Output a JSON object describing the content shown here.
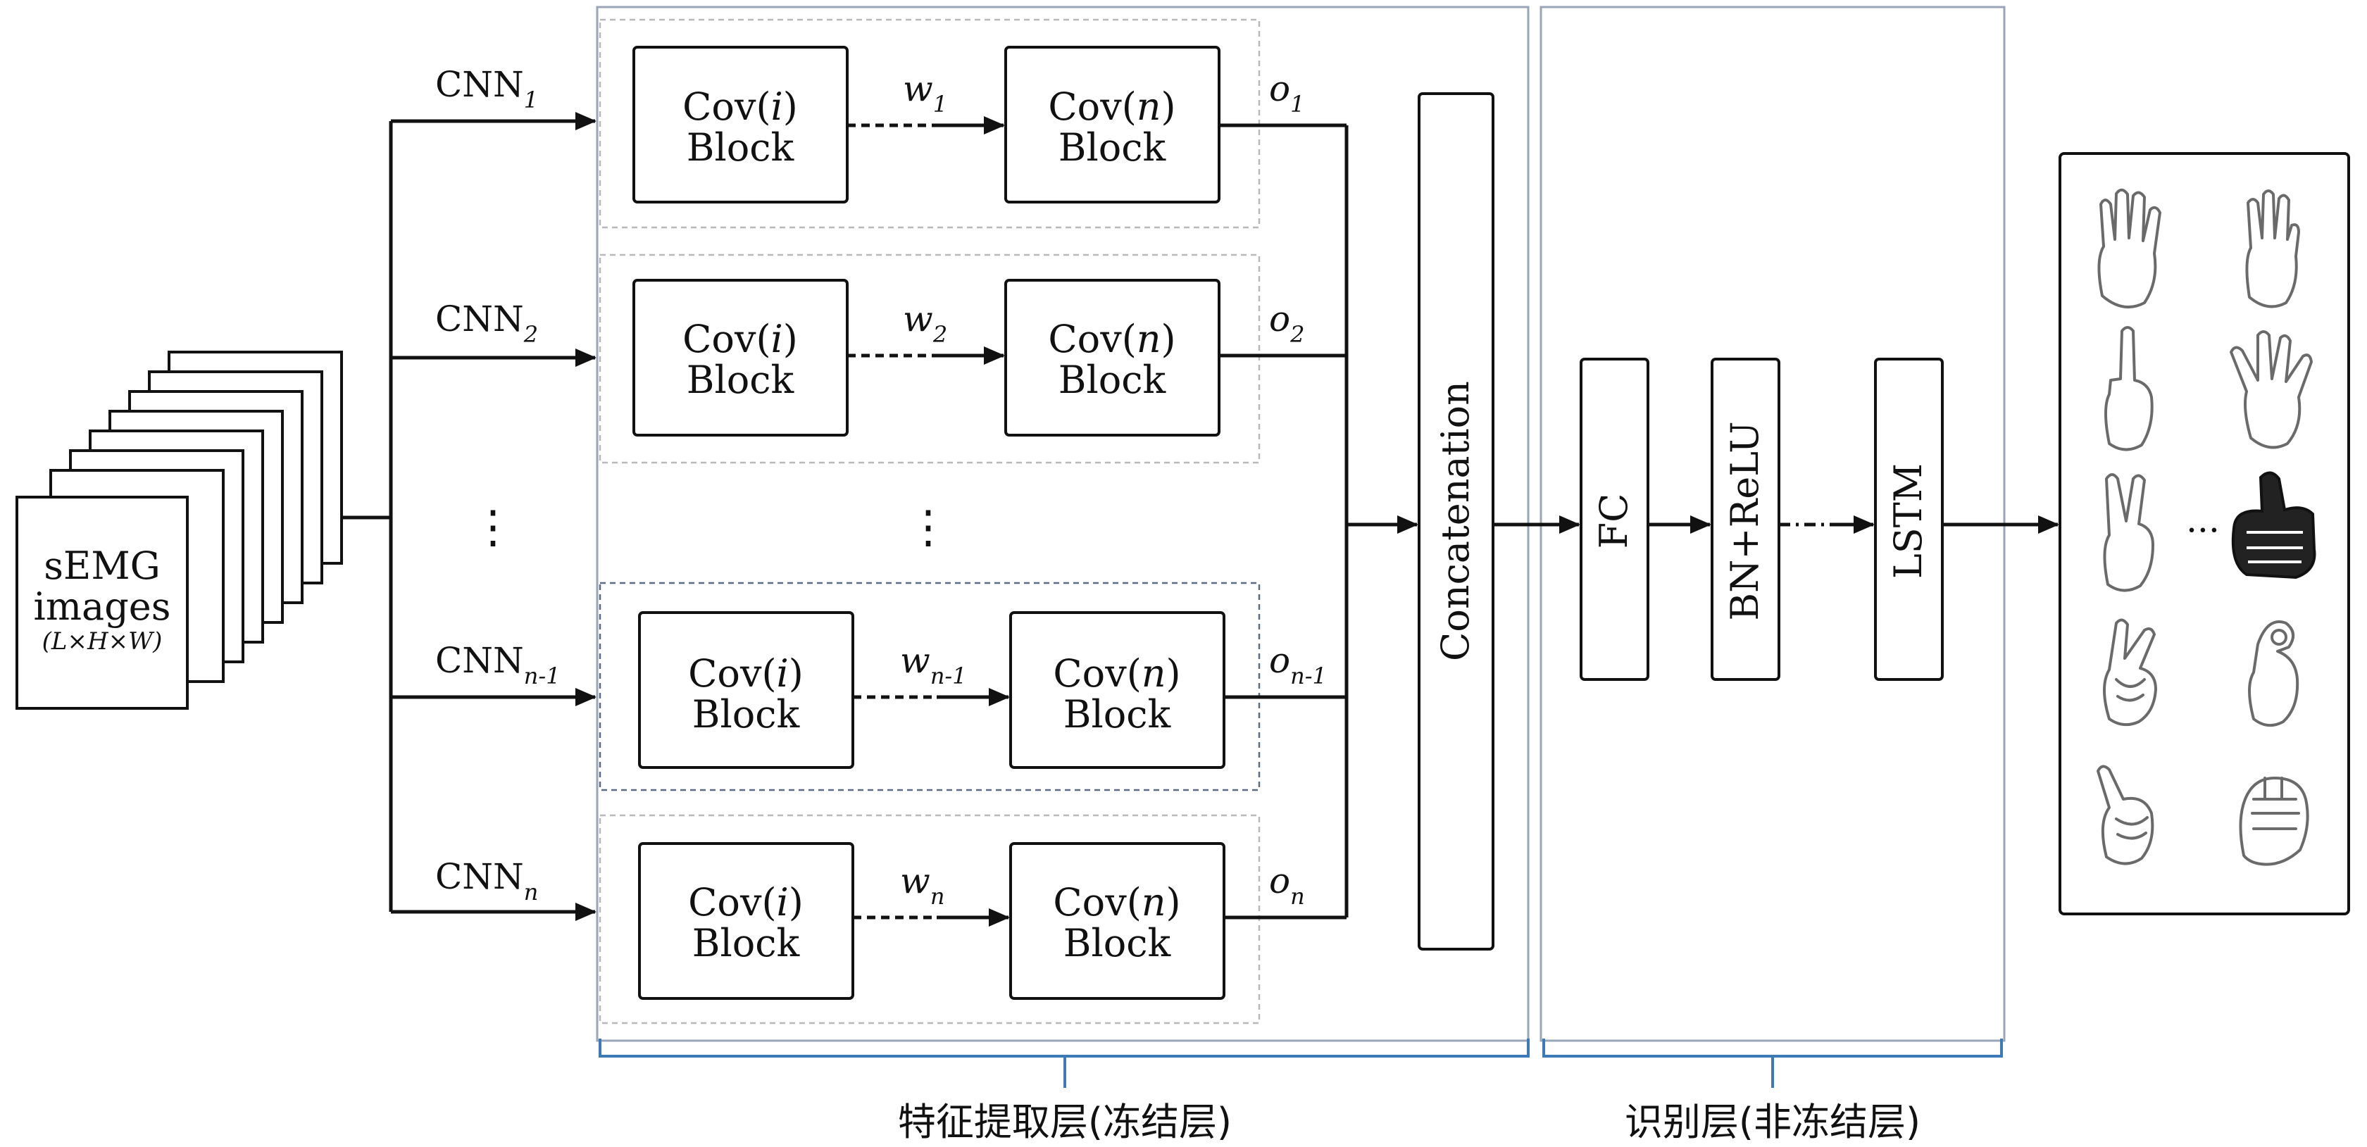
{
  "input": {
    "line1": "sEMG",
    "line2": "images",
    "dims": "(L×H×W)"
  },
  "branches": [
    {
      "cnn": "CNN",
      "cnn_sub": "1",
      "w": "w",
      "w_sub": "1",
      "o": "o",
      "o_sub": "1"
    },
    {
      "cnn": "CNN",
      "cnn_sub": "2",
      "w": "w",
      "w_sub": "2",
      "o": "o",
      "o_sub": "2"
    },
    {
      "cnn": "CNN",
      "cnn_sub": "n-1",
      "w": "w",
      "w_sub": "n-1",
      "o": "o",
      "o_sub": "n-1"
    },
    {
      "cnn": "CNN",
      "cnn_sub": "n",
      "w": "w",
      "w_sub": "n",
      "o": "o",
      "o_sub": "n"
    }
  ],
  "blocks": {
    "first_prefix": "Cov(",
    "first_var": "i",
    "second_var": "n",
    "suffix": ")",
    "word": "Block"
  },
  "ellipsis": "⋮",
  "ellipsis_h": "···",
  "concat_label": "Concatenation",
  "recog": {
    "fc": "FC",
    "bn": "BN+ReLU",
    "lstm": "LSTM"
  },
  "groups": {
    "feature": "特征提取层(冻结层)",
    "recognition": "识别层(非冻结层)"
  },
  "gestures": [
    "open-palm-gesture",
    "four-fingers-gesture",
    "index-finger-gesture",
    "spread-hand-gesture",
    "victory-gesture",
    "thumbs-up-gesture",
    "cross-fingers-gesture",
    "pinch-gesture",
    "index-thumb-curl-gesture",
    "fist-gesture"
  ]
}
